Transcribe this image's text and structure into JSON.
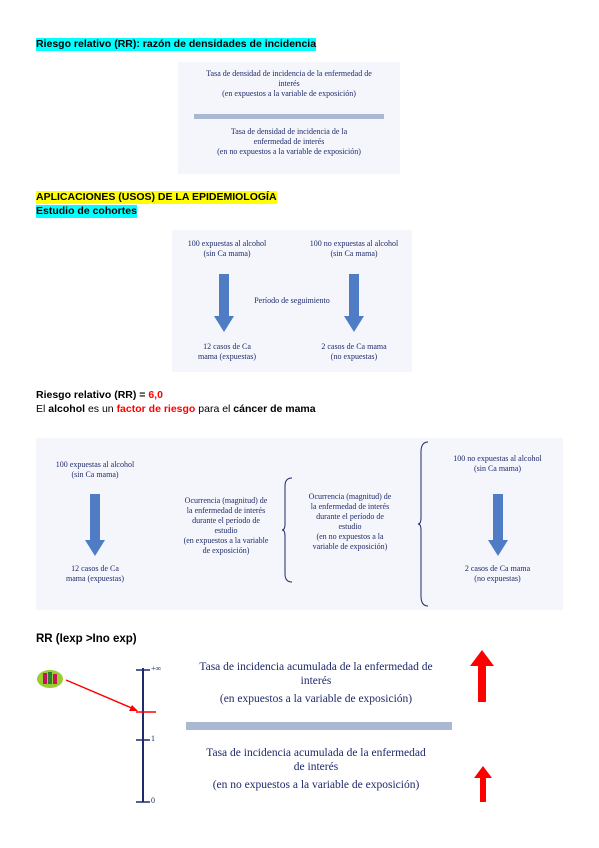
{
  "sec1": {
    "title": "Riesgo relativo (RR): razón de densidades de incidencia",
    "numerator": [
      "Tasa de densidad de incidencia de la enfermedad de",
      "interés",
      "(en expuestos a la variable de exposición)"
    ],
    "denominator": [
      "Tasa de densidad de incidencia de la",
      "enfermedad de interés",
      "(en no expuestos a la variable de exposición)"
    ]
  },
  "sec2": {
    "title": "APLICACIONES (USOS) DE LA EPIDEMIOLOGÍA",
    "subtitle": "Estudio de cohortes",
    "exposed_start": [
      "100 expuestas al alcohol",
      "(sin Ca mama)"
    ],
    "unexposed_start": [
      "100 no expuestas al alcohol",
      "(sin Ca mama)"
    ],
    "follow_up": "Período de seguimiento",
    "exposed_end": [
      "12 casos de Ca",
      "mama (expuestas)"
    ],
    "unexposed_end": [
      "2 casos de Ca mama",
      "(no expuestas)"
    ]
  },
  "sec3": {
    "rr_label": "Riesgo relativo (RR) =",
    "rr_value": "6,0",
    "s_el": "El",
    "s_alcohol": "alcohol",
    "s_es_un": "es un",
    "s_factor": "factor de riesgo",
    "s_para": "para el",
    "s_cancer": "cáncer de mama"
  },
  "sec4": {
    "left_start": [
      "100 expuestas al alcohol",
      "(sin Ca mama)"
    ],
    "left_end": [
      "12 casos de Ca",
      "mama (expuestas)"
    ],
    "mid_left": [
      "Ocurrencia (magnitud) de",
      "la enfermedad de interés",
      "durante el período de",
      "estudio",
      "(en expuestos a la variable",
      "de exposición)"
    ],
    "mid_right": [
      "Ocurrencia (magnitud) de",
      "la enfermedad de interés",
      "durante el período de",
      "estudio",
      "(en no expuestos a la",
      "variable de exposición)"
    ],
    "right_start": [
      "100 no expuestas al alcohol",
      "(sin Ca mama)"
    ],
    "right_end": [
      "2 casos de Ca mama",
      "(no expuestas)"
    ]
  },
  "sec5": {
    "title": "RR (Iexp >Ino exp)",
    "scale_top": "+∞",
    "scale_mid": "1",
    "scale_bottom": "0",
    "numerator": [
      "Tasa de incidencia acumulada de la enfermedad de",
      "interés",
      "(en expuestos a la variable de exposición)"
    ],
    "denominator": [
      "Tasa de incidencia acumulada de la enfermedad",
      "de interés",
      "(en no expuestos a la variable de exposición)"
    ]
  },
  "colors": {
    "cyan": "#00ffff",
    "yellow": "#ffff00",
    "red": "#ff0000",
    "arrow_blue": "#4f7cc4",
    "scale_navy": "#1f2a6b"
  }
}
